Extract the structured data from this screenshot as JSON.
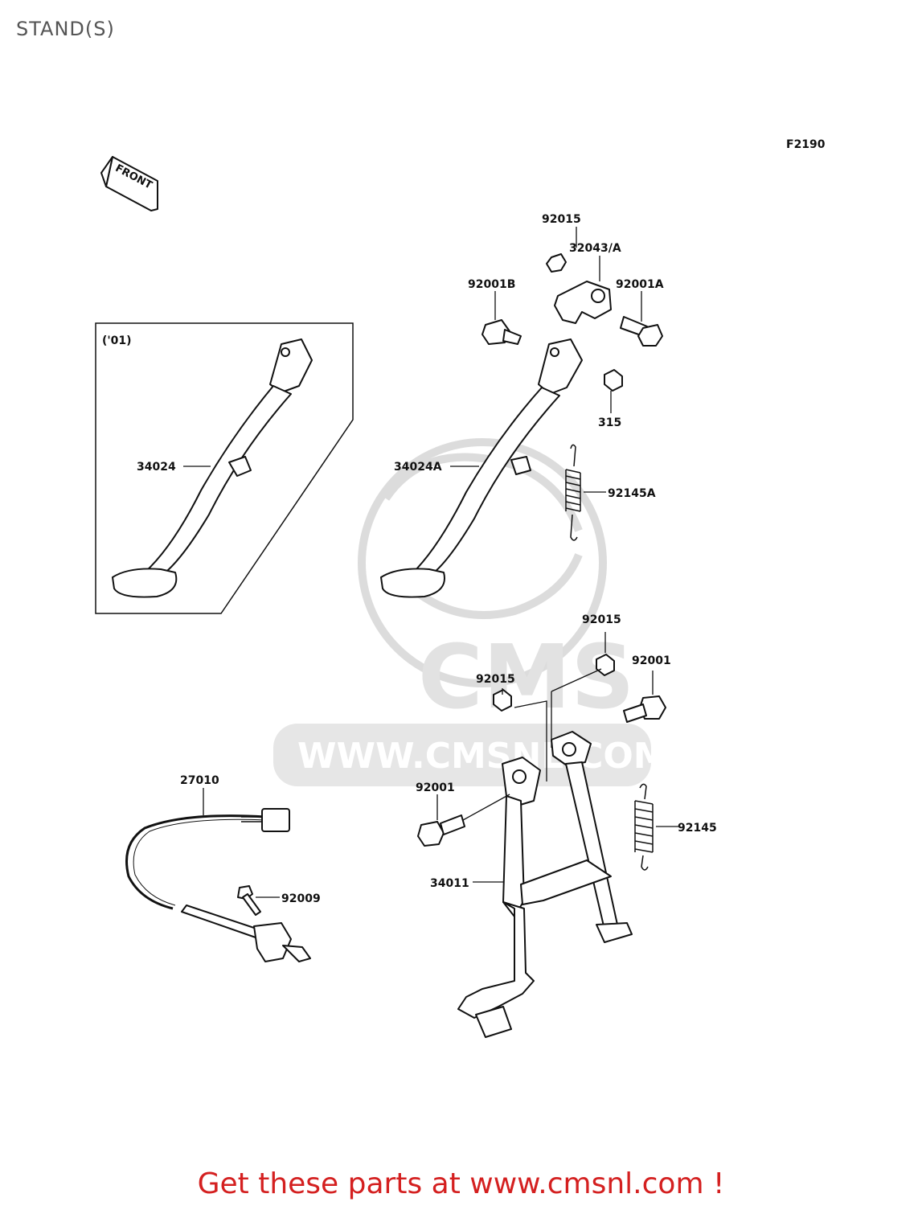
{
  "page": {
    "title": "STAND(S)",
    "figure_code": "F2190",
    "front_label": "FRONT",
    "inset_label": "('01)",
    "footer_text": "Get these parts at www.cmsnl.com !",
    "watermark_text": "CMS",
    "watermark_url": "WWW.CMSNL.COM"
  },
  "colors": {
    "footer": "#d42020",
    "title": "#555555",
    "watermark": "#dcdcdc"
  },
  "callouts": {
    "c92015_top": "92015",
    "c32043": "32043/A",
    "c92001B": "92001B",
    "c92001A": "92001A",
    "c315": "315",
    "c34024": "34024",
    "c34024A": "34024A",
    "c92145A": "92145A",
    "c92015_mid": "92015",
    "c92001_right": "92001",
    "c92015_left": "92015",
    "c27010": "27010",
    "c92001_left": "92001",
    "c92145": "92145",
    "c34011": "34011",
    "c92009": "92009"
  }
}
